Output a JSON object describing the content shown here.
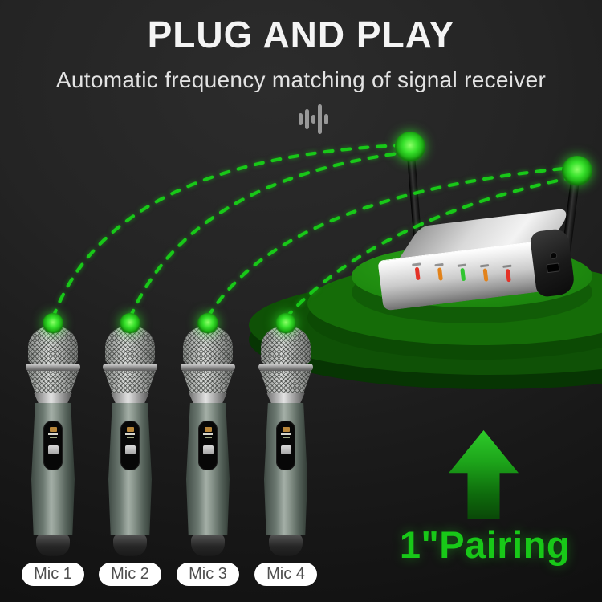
{
  "header": {
    "title": "PLUG AND PLAY",
    "subtitle": "Automatic frequency matching of signal receiver"
  },
  "icons": {
    "waveform": "audio-waveform-icon",
    "status_dot": "green-glow-dot",
    "antenna_tip_dot": "green-glow-dot"
  },
  "receiver": {
    "led_colors": [
      "#e43227",
      "#e2821a",
      "#31c531",
      "#e2821a",
      "#e43227"
    ]
  },
  "mics": [
    {
      "label": "Mic 1"
    },
    {
      "label": "Mic 2"
    },
    {
      "label": "Mic 3"
    },
    {
      "label": "Mic 4"
    }
  ],
  "pairing": {
    "label": "1\"Pairing"
  },
  "colors": {
    "background": "#1f1f1f",
    "accent_green": "#18c818",
    "platform_green": "#1b8410",
    "title_text": "#f4f4f4",
    "pill_background": "#ffffff",
    "pill_text": "#4f4f4f"
  }
}
